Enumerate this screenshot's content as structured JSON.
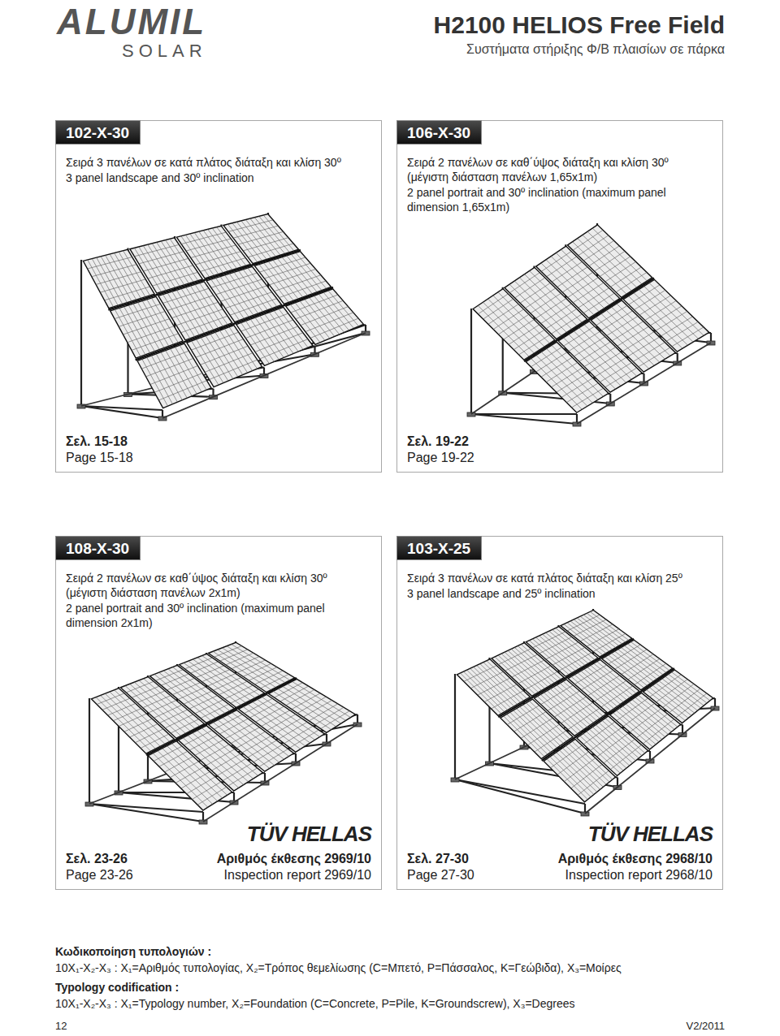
{
  "diagram": {
    "title": "H2100 HELIOS Free Field",
    "nodes": [
      {
        "text": [
          "Σειρά 3 πανέλων σε κατά πλάτος διάταξη και κλίση 30º",
          "3 panel landscape and 30º inclination",
          "Σελ. 15-18",
          "Page 15-18"
        ]
      },
      {
        "text": [
          "102-X-30"
        ],
        "in": 0
      },
      {
        "text": [
          "Σειρά 2 πανέλων σε καθ΄ύψος διάταξη και κλίση 30º (μέγιστη διάσταση πανέλων 1,65x1m)",
          "2 panel portrait and 30º inclination (maximum panel dimension 1,65x1m)",
          "Σελ. 19-22",
          "Page 19-22"
        ]
      },
      {
        "text": [
          "106-X-30"
        ],
        "in": 2
      },
      {
        "text": [
          "Σειρά 2 πανέλων σε καθ΄ύψος διάταξη και κλίση 30º (μέγιστη διάσταση πανέλων 2x1m)",
          "2 panel portrait and 30º inclination (maximum panel dimension 2x1m)",
          "TÜV HELLAS",
          "Σελ. 23-26",
          "Page 23-26",
          "Αριθμός έκθεσης 2969/10",
          "Inspection report 2969/10"
        ]
      },
      {
        "text": [
          "108-X-30"
        ],
        "in": 4
      },
      {
        "text": [
          "Σειρά 3 πανέλων σε κατά πλάτος διάταξη και κλίση 25º",
          "3 panel landscape and 25º inclination",
          "TÜV HELLAS",
          "Σελ. 27-30",
          "Page 27-30",
          "Αριθμός έκθεσης 2968/10",
          "Inspection report 2968/10"
        ]
      },
      {
        "text": [
          "103-X-25"
        ],
        "in": 6
      }
    ],
    "labels": [
      "ALUMIL",
      "SOLAR",
      "Συστήματα στήριξης Φ/Β πλαισίων σε πάρκα",
      "Κωδικοποίηση τυπολογιών :",
      "10X₁-X₂-X₃ : X₁=Αριθμός τυπολογίας, X₂=Τρόπος θεμελίωσης (C=Μπετό, P=Πάσσαλος, K=Γεώβιδα), X₃=Μοίρες",
      "Typology codification :",
      "10X₁-X₂-X₃ : X₁=Typology number, X₂=Foundation (C=Concrete, P=Pile, K=Groundscrew), X₃=Degrees",
      "12",
      "V2/2011"
    ]
  }
}
